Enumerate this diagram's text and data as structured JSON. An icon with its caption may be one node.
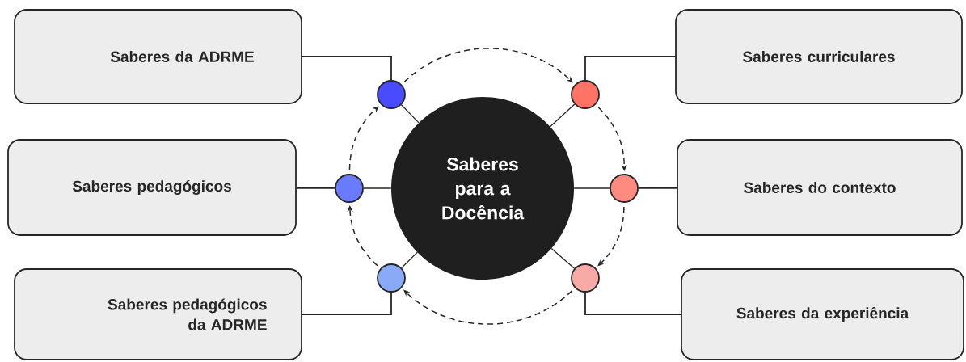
{
  "diagram": {
    "nodes": [
      {
        "text": [
          "Saberes da ADRME"
        ]
      },
      {
        "text": [
          "Saberes curriculares"
        ]
      },
      {
        "text": [
          "Saberes pedagógicos"
        ]
      },
      {
        "text": [
          "Saberes do contexto"
        ]
      },
      {
        "text": [
          "Saberes pedagógicos da ADRME"
        ]
      },
      {
        "text": [
          "Saberes da experiência"
        ]
      },
      {
        "text": [
          "Saberes para a Docência"
        ]
      },
      {
        "text": [],
        "shape": "circle"
      },
      {
        "text": [],
        "shape": "circle"
      },
      {
        "text": [],
        "shape": "circle"
      },
      {
        "text": [],
        "shape": "circle"
      },
      {
        "text": [],
        "shape": "circle"
      },
      {
        "text": [],
        "shape": "circle"
      }
    ],
    "edges": [
      {
        "from": 0,
        "to": 7,
        "arrow": "none"
      },
      {
        "from": 1,
        "to": 8,
        "arrow": "none"
      },
      {
        "from": 2,
        "to": 9,
        "arrow": "none"
      },
      {
        "from": 3,
        "to": 10,
        "arrow": "none"
      },
      {
        "from": 4,
        "to": 11,
        "arrow": "none"
      },
      {
        "from": 5,
        "to": 12,
        "arrow": "none"
      },
      {
        "from": 7,
        "to": 6,
        "arrow": "none"
      },
      {
        "from": 8,
        "to": 6,
        "arrow": "none"
      },
      {
        "from": 9,
        "to": 6,
        "arrow": "none"
      },
      {
        "from": 10,
        "to": 6,
        "arrow": "none"
      },
      {
        "from": 11,
        "to": 6,
        "arrow": "none"
      },
      {
        "from": 12,
        "to": 6,
        "arrow": "none"
      },
      {
        "from": 7,
        "to": 8,
        "arrow": "to",
        "style": "dashed"
      },
      {
        "from": 8,
        "to": 10,
        "arrow": "to",
        "style": "dashed"
      },
      {
        "from": 10,
        "to": 12,
        "arrow": "to",
        "style": "dashed"
      },
      {
        "from": 12,
        "to": 11,
        "arrow": "to",
        "style": "dashed"
      },
      {
        "from": 11,
        "to": 9,
        "arrow": "to",
        "style": "dashed"
      },
      {
        "from": 9,
        "to": 7,
        "arrow": "to",
        "style": "dashed"
      }
    ]
  }
}
